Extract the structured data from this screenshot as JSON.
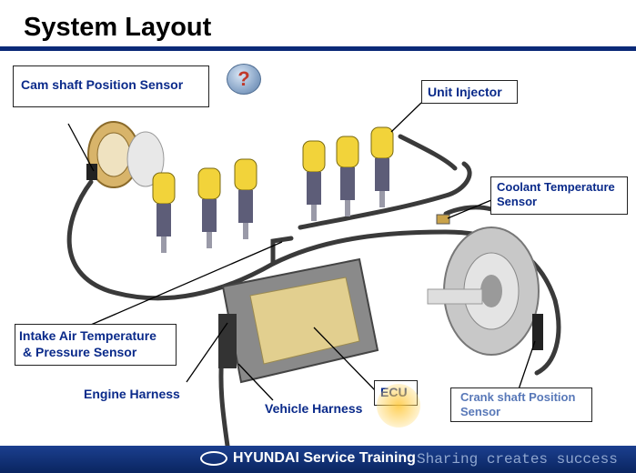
{
  "header": {
    "title": "System Layout"
  },
  "labels": {
    "cam": "Cam shaft Position Sensor",
    "injector": "Unit Injector",
    "coolant_1": "Coolant Temperature",
    "coolant_2": "Sensor",
    "intake_1": "Intake Air Temperature",
    "intake_2": "& Pressure Sensor",
    "engine_harness": "Engine Harness",
    "vehicle_harness": "Vehicle Harness",
    "ecu": "ECU",
    "crank_1": "Crank shaft Position",
    "crank_2": "Sensor"
  },
  "help": {
    "icon": "question-icon",
    "glyph": "?"
  },
  "footer": {
    "brand": "HYUNDAI Service Training",
    "slogan": "Sharing creates success"
  },
  "colors": {
    "accent": "#0b2a78",
    "label_text": "#0a2a8a",
    "injector_yellow": "#f2d33a"
  }
}
